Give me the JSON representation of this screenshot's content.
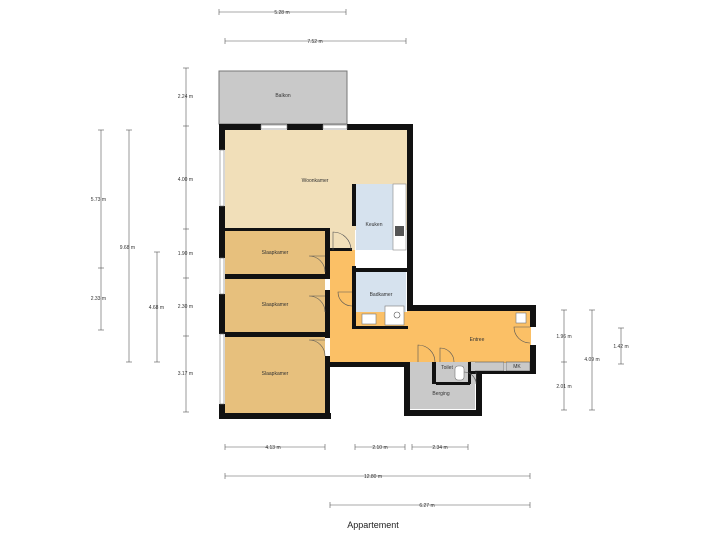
{
  "title": "Appartement",
  "rooms": {
    "balkon": "Balkon",
    "woonkamer": "Woonkamer",
    "keuken": "Keuken",
    "slaapkamer1": "Slaapkamer",
    "slaapkamer2": "Slaapkamer",
    "slaapkamer3": "Slaapkamer",
    "badkamer": "Badkamer",
    "entree": "Entree",
    "toilet": "Toilet",
    "berging": "Berging",
    "mk": "MK"
  },
  "dimensions": {
    "top_1": "5.28 m",
    "top_2": "7.52 m",
    "left_balkon": "2.24 m",
    "left_woon": "4.00 m",
    "left_1": "1.90 m",
    "left_2": "2.30 m",
    "left_3": "3.17 m",
    "far_left_1": "5.73 m",
    "far_left_2": "2.33 m",
    "far_left_total": "9.68 m",
    "far_left_mid": "4.68 m",
    "bottom_1": "4.13 m",
    "bottom_2": "2.10 m",
    "bottom_3": "2.34 m",
    "bottom_total": "12.80 m",
    "bottom_right": "6.27 m",
    "right_1": "1.96 m",
    "right_2": "2.01 m",
    "right_3": "4.09 m",
    "right_4": "1.42 m"
  },
  "colors": {
    "woonkamer": "#f1dfb9",
    "slaapkamer": "#e7c07d",
    "entree": "#fbc066",
    "keuken": "#d6e2ee",
    "badkamer": "#d6e2ee",
    "berging": "#c9c9c9",
    "balkon": "#c9c9c9",
    "wall": "#111111"
  }
}
